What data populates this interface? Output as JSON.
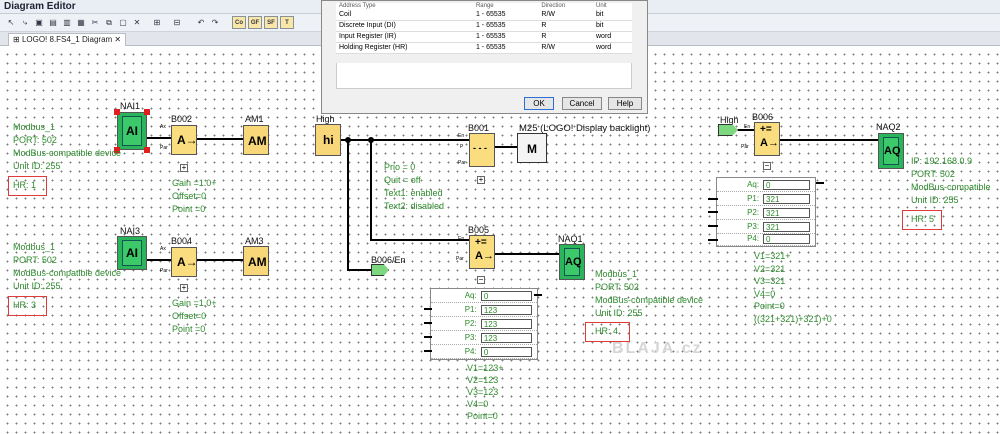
{
  "window": {
    "title": "Diagram Editor"
  },
  "toolbar": {
    "buttons": [
      "cursor",
      "connect",
      "co",
      "gf",
      "sf",
      "fla",
      "undo",
      "redo",
      "co-filter",
      "gf-filter",
      "sf-filter",
      "t-filter"
    ],
    "filter_labels": [
      "Co",
      "GF",
      "SF",
      "T"
    ]
  },
  "tab": {
    "label": "LOGO! 8.FS4_1 Diagram"
  },
  "dialog": {
    "headers": [
      "Address Type",
      "Range",
      "Direction",
      "Unit"
    ],
    "rows": [
      [
        "Coil",
        "1 - 65535",
        "R/W",
        "bit"
      ],
      [
        "Discrete Input (DI)",
        "1 - 65535",
        "R",
        "bit"
      ],
      [
        "Input Register (IR)",
        "1 - 65535",
        "R",
        "word"
      ],
      [
        "Holding Register (HR)",
        "1 - 65535",
        "R/W",
        "word"
      ]
    ],
    "ok": "OK",
    "cancel": "Cancel",
    "help": "Help"
  },
  "blocks": {
    "nai1": {
      "name": "NAI1",
      "symbol": "AI"
    },
    "nai3": {
      "name": "NAI3",
      "symbol": "AI"
    },
    "b002": {
      "name": "B002",
      "symbol": "A→"
    },
    "b004": {
      "name": "B004",
      "symbol": "A→"
    },
    "am1": {
      "name": "AM1",
      "symbol": "AM"
    },
    "am3": {
      "name": "AM3",
      "symbol": "AM"
    },
    "high": {
      "name": "High",
      "symbol": "hi"
    },
    "b001": {
      "name": "B001",
      "symbol": "- - -"
    },
    "m25": {
      "name": "M25  (LOGO! Display backlight)",
      "symbol": "M"
    },
    "b005": {
      "name": "B005",
      "symbol": "+=\nA→"
    },
    "naq1": {
      "name": "NAQ1",
      "symbol": "AQ"
    },
    "b006en": {
      "name": "B006/En"
    },
    "high2": {
      "name": "High"
    },
    "b006": {
      "name": "B006",
      "symbol": "+=\nA→"
    },
    "naq2": {
      "name": "NAQ2",
      "symbol": "AQ"
    }
  },
  "comments": {
    "nai1": [
      "Modbus_1",
      "PORT: 502",
      "ModBus-compatible device",
      "Unit ID: 255",
      "HR: 1"
    ],
    "nai3": [
      "Modbus_1",
      "PORT: 502",
      "ModBus-compatible device",
      "Unit ID: 255",
      "HR: 3"
    ],
    "naq1": [
      "Modbus_1",
      "PORT: 502",
      "ModBus-compatible device",
      "Unit ID: 255",
      "HR: 4"
    ],
    "naq2": [
      "IP: 192.168.0.9",
      "PORT: 502",
      "ModBus-compatible",
      "Unit ID: 255",
      "HR: 5"
    ],
    "b002": [
      "Gain =1.0+",
      "Offset=0",
      "Point =0"
    ],
    "b004": [
      "Gain =1.0+",
      "Offset=0",
      "Point =0"
    ],
    "b001": [
      "Prio = 0",
      "Quit = off",
      "Text1: enabled",
      "Text2: disabled"
    ],
    "b005": [
      "V1=123+",
      "V2=123",
      "V3=123",
      "V4=0",
      "Point=0"
    ],
    "b006": [
      "V1=321+",
      "V2=321",
      "V3=321",
      "V4=0",
      "Point=0",
      "((321+321)+321)+0"
    ]
  },
  "param_tables": {
    "b005": [
      [
        "Aq:",
        "0"
      ],
      [
        "P1:",
        "123"
      ],
      [
        "P2:",
        "123"
      ],
      [
        "P3:",
        "123"
      ],
      [
        "P4:",
        "0"
      ]
    ],
    "b006": [
      [
        "Aq:",
        "0"
      ],
      [
        "P1:",
        "321"
      ],
      [
        "P2:",
        "321"
      ],
      [
        "P3:",
        "321"
      ],
      [
        "P4:",
        "0"
      ]
    ]
  },
  "watermark": "BLAJA.cz",
  "colors": {
    "green_text": "#2d8a2d",
    "block_yellow": "#f7d77a",
    "block_green": "#2bb55a",
    "highlight_red": "#e03a3a"
  }
}
